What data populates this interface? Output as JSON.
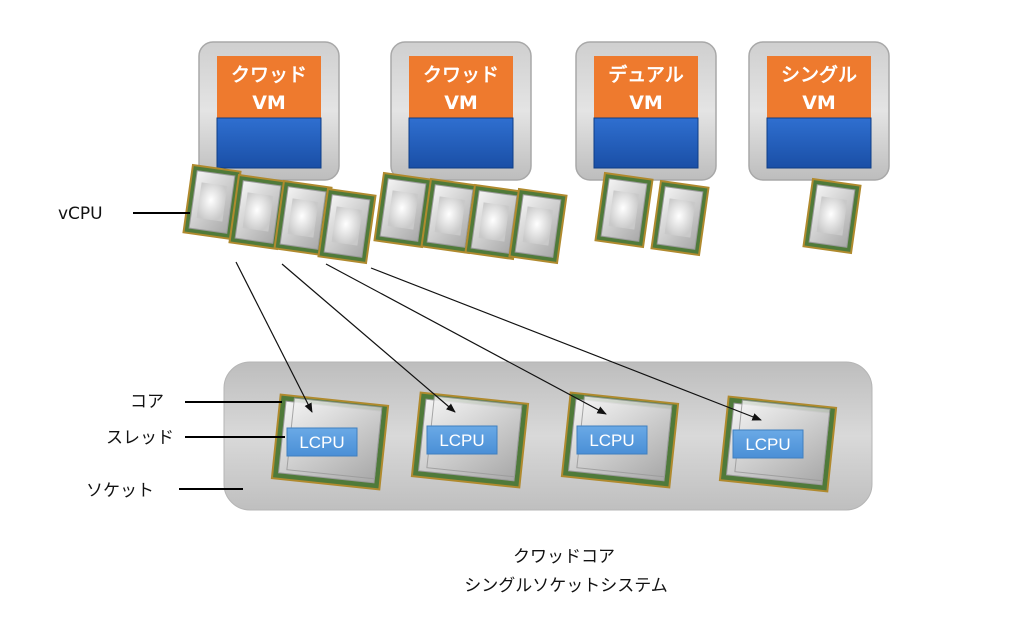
{
  "vms": [
    {
      "line1": "クワッド",
      "line2": "VM"
    },
    {
      "line1": "クワッド",
      "line2": "VM"
    },
    {
      "line1": "デュアル",
      "line2": "VM"
    },
    {
      "line1": "シングル",
      "line2": "VM"
    }
  ],
  "labels": {
    "vcpu": "vCPU",
    "core": "コア",
    "thread": "スレッド",
    "socket": "ソケット"
  },
  "lcpus": [
    "LCPU",
    "LCPU",
    "LCPU",
    "LCPU"
  ],
  "caption": {
    "line1": "クワッドコア",
    "line2": "シングルソケットシステム"
  }
}
